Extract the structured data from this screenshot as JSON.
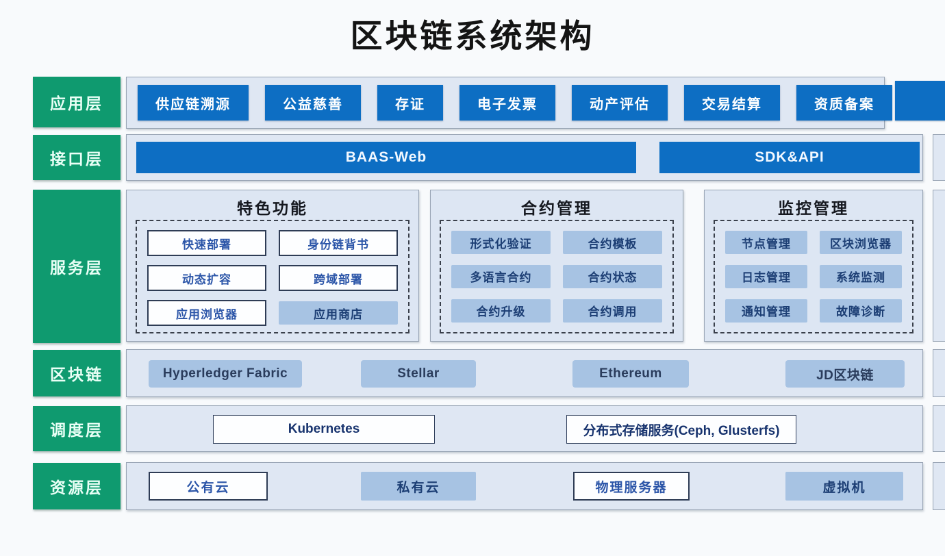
{
  "title": "区块链系统架构",
  "colors": {
    "layer_label_green": "#0f9a6f",
    "app_blue": "#0d6ec3",
    "panel_bg": "#dfe7f3",
    "item_fill_blue": "#a7c3e3",
    "item_text_navy": "#1c3e74"
  },
  "layers": {
    "app": {
      "label": "应用层",
      "items": [
        "供应链溯源",
        "公益慈善",
        "存证",
        "电子发票",
        "动产评估",
        "交易结算",
        "资质备案"
      ]
    },
    "interface": {
      "label": "接口层",
      "items": [
        "BAAS-Web",
        "SDK&API"
      ]
    },
    "service": {
      "label": "服务层",
      "groups": [
        {
          "title": "特色功能",
          "items": [
            "快速部署",
            "身份链背书",
            "动态扩容",
            "跨域部署",
            "应用浏览器",
            "应用商店"
          ]
        },
        {
          "title": "合约管理",
          "items": [
            "形式化验证",
            "合约模板",
            "多语言合约",
            "合约状态",
            "合约升级",
            "合约调用"
          ]
        },
        {
          "title": "监控管理",
          "items": [
            "节点管理",
            "区块浏览器",
            "日志管理",
            "系统监测",
            "通知管理",
            "故障诊断"
          ]
        }
      ]
    },
    "blockchain": {
      "label": "区块链",
      "items": [
        "Hyperledger Fabric",
        "Stellar",
        "Ethereum",
        "JD区块链"
      ]
    },
    "scheduling": {
      "label": "调度层",
      "items": [
        "Kubernetes",
        "分布式存储服务(Ceph, Glusterfs)"
      ]
    },
    "resource": {
      "label": "资源层",
      "items": [
        "公有云",
        "私有云",
        "物理服务器",
        "虚拟机"
      ]
    }
  }
}
